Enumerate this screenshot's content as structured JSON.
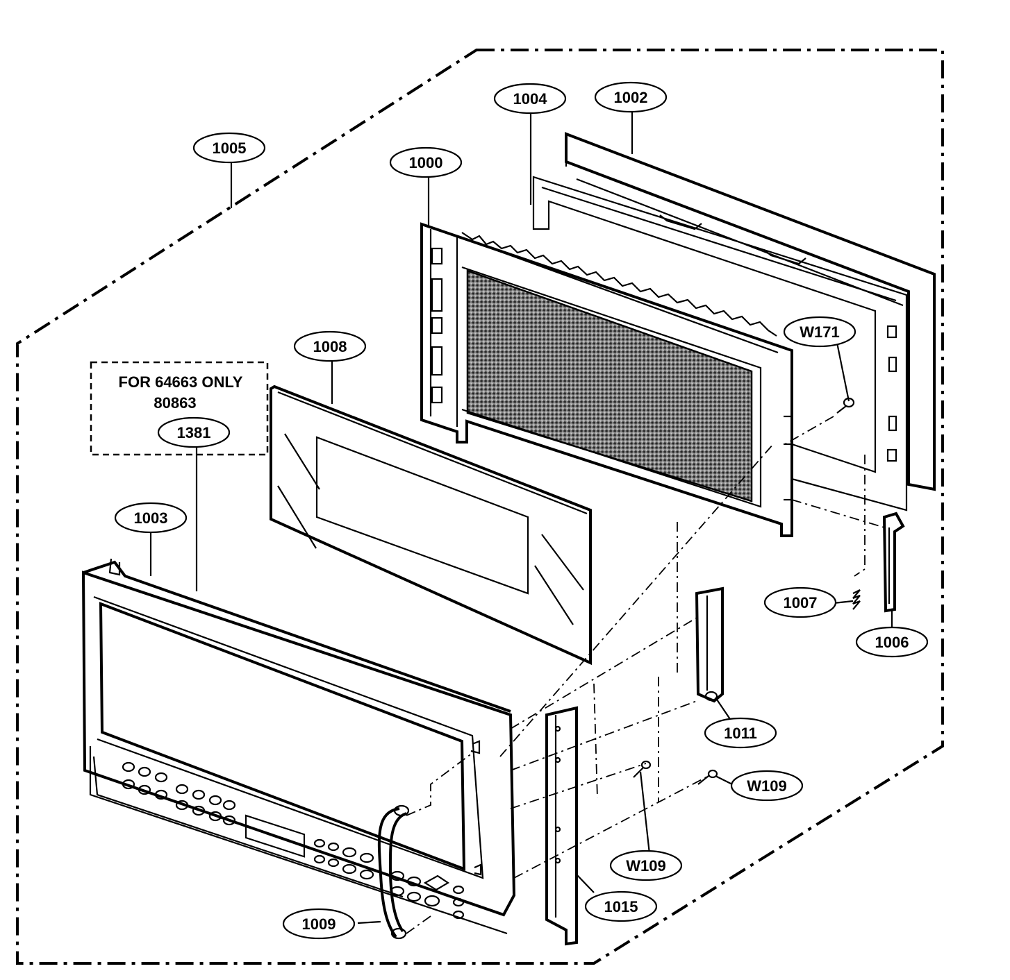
{
  "note": {
    "line1": "FOR 64663 ONLY",
    "line2": "80863"
  },
  "callouts": {
    "p1005": "1005",
    "p1004": "1004",
    "p1002": "1002",
    "p1000": "1000",
    "p1008": "1008",
    "p1381": "1381",
    "p1003": "1003",
    "pW171": "W171",
    "p1007": "1007",
    "p1006": "1006",
    "p1011": "1011",
    "pW109a": "W109",
    "pW109b": "W109",
    "p1015": "1015",
    "p1009": "1009"
  }
}
